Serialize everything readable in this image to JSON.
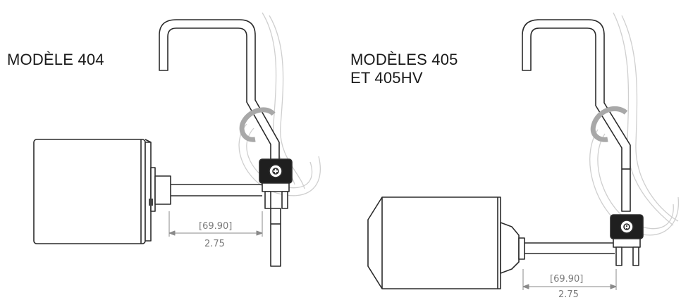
{
  "models": {
    "left_title": "MODÈLE 404",
    "right_title_line1": "MODÈLES 405",
    "right_title_line2": "ET 405HV"
  },
  "dimensions": {
    "metric": "[69.90]",
    "imperial": "2.75"
  },
  "colors": {
    "line": "#2b2b2b",
    "dim_line": "#8a8a8a",
    "hose": "#cfcfcf",
    "clip": "#c9c9c9"
  }
}
